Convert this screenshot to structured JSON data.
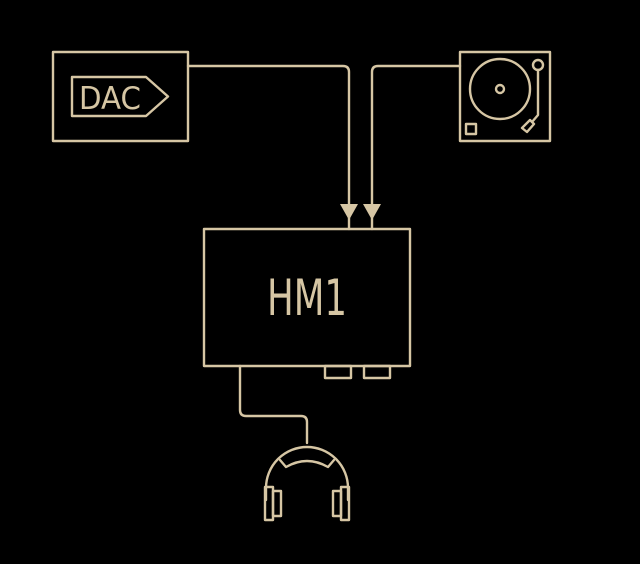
{
  "diagram": {
    "nodes": {
      "dac": {
        "label": "DAC"
      },
      "turntable": {
        "label": ""
      },
      "amp": {
        "label": "HM1"
      },
      "headphones": {
        "label": ""
      }
    },
    "edges": [
      {
        "from": "dac",
        "to": "amp"
      },
      {
        "from": "turntable",
        "to": "amp"
      },
      {
        "from": "amp",
        "to": "headphones"
      }
    ],
    "colors": {
      "background": "#000000",
      "line": "#d6c6a4"
    }
  }
}
